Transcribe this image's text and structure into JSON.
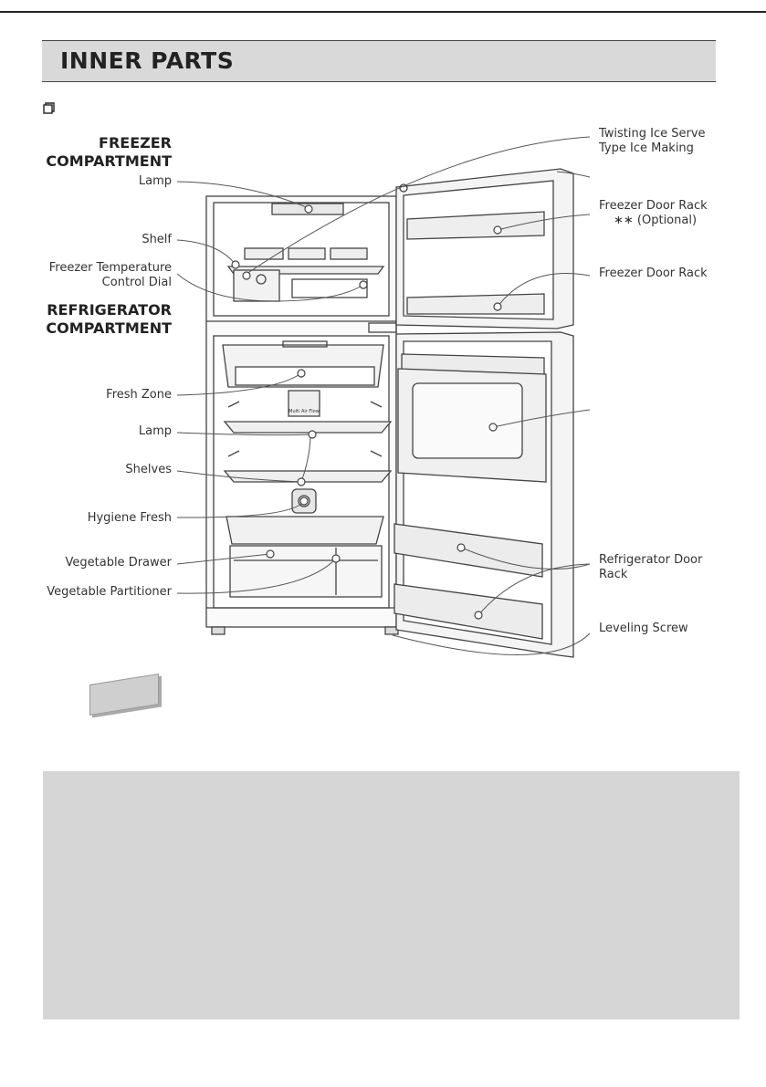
{
  "header": {
    "title": "INNER PARTS"
  },
  "sections": {
    "freezer": [
      "FREEZER",
      "COMPARTMENT"
    ],
    "refrigerator": [
      "REFRIGERATOR",
      "COMPARTMENT"
    ]
  },
  "labels_left": {
    "lamp_freezer": "Lamp",
    "shelf": "Shelf",
    "temp_dial": [
      "Freezer Temperature",
      "Control Dial"
    ],
    "fresh_zone": "Fresh Zone",
    "lamp_fridge": "Lamp",
    "shelves": "Shelves",
    "hygiene_fresh": "Hygiene Fresh",
    "vegetable_drawer": "Vegetable Drawer",
    "vegetable_partitioner": "Vegetable Partitioner"
  },
  "labels_right": {
    "ice_maker": [
      "Twisting Ice Serve",
      "Type Ice Making"
    ],
    "freezer_door_rack_opt": "Freezer Door Rack",
    "optional": "∗∗ (Optional)",
    "freezer_door_rack": "Freezer Door Rack",
    "fridge_door_rack": [
      "Refrigerator Door",
      "Rack"
    ],
    "leveling_screw": "Leveling Screw"
  },
  "diagram": {
    "label_dial": "Multi Air Flow",
    "stroke_color": "#444444"
  }
}
